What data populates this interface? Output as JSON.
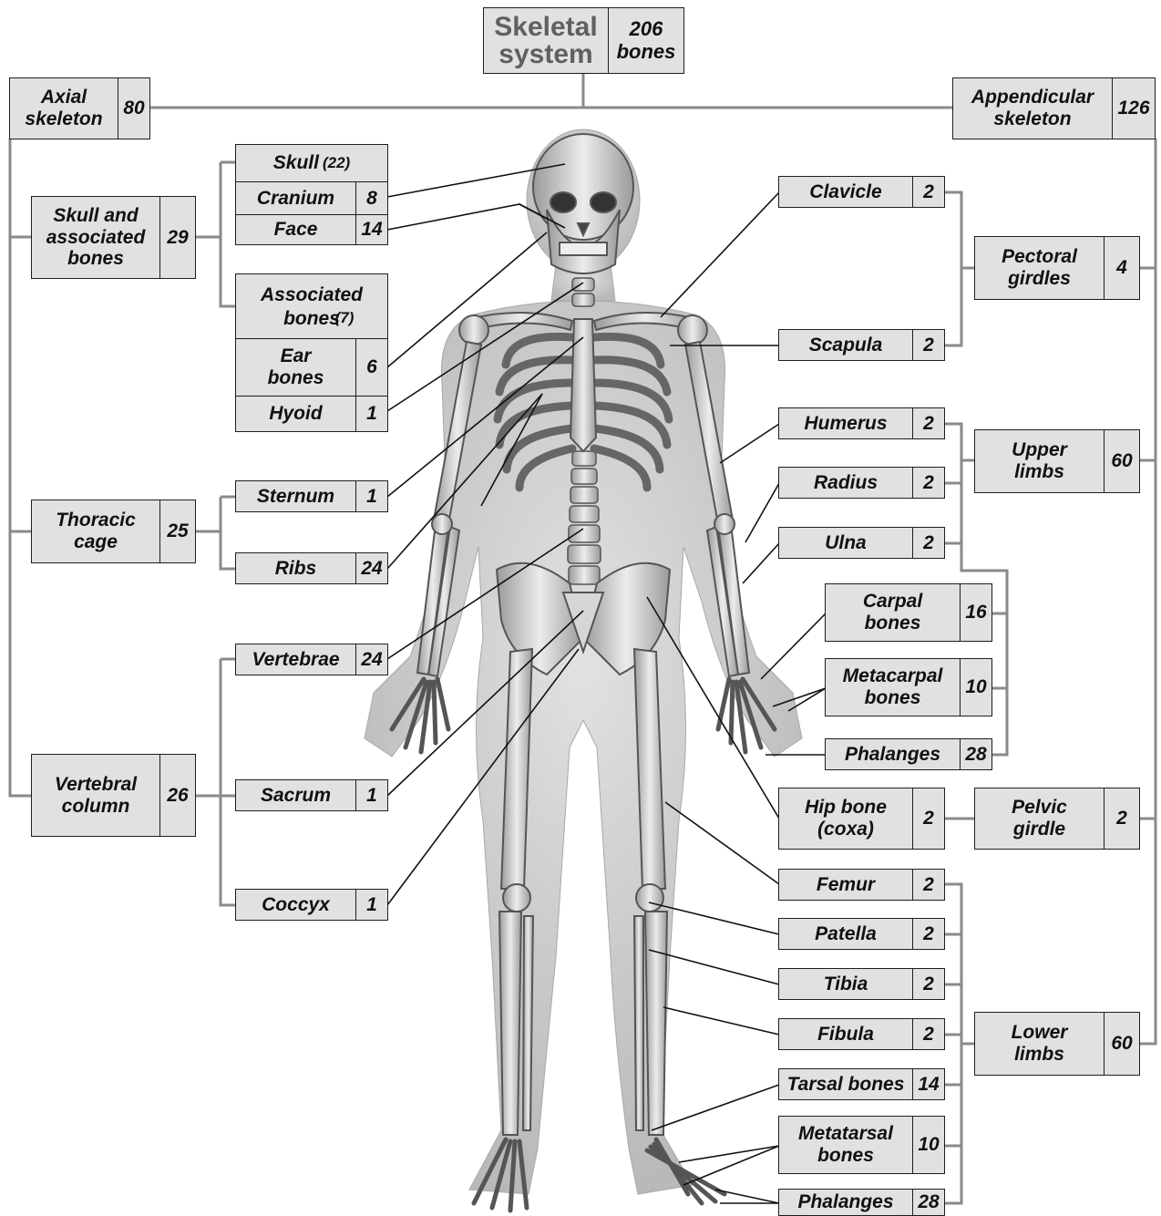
{
  "root": {
    "label": "Skeletal\nsystem",
    "count": "206\nbones"
  },
  "axial": {
    "label": "Axial\nskeleton",
    "count": "80",
    "skull_assoc": {
      "label": "Skull and\nassociated\nbones",
      "count": "29"
    },
    "skull": {
      "label": "Skull",
      "count": "(22)",
      "cranium": {
        "label": "Cranium",
        "count": "8"
      },
      "face": {
        "label": "Face",
        "count": "14"
      }
    },
    "associated": {
      "label": "Associated\nbones",
      "count": "(7)",
      "ear": {
        "label": "Ear\nbones",
        "count": "6"
      },
      "hyoid": {
        "label": "Hyoid",
        "count": "1"
      }
    },
    "thoracic": {
      "label": "Thoracic\ncage",
      "count": "25"
    },
    "sternum": {
      "label": "Sternum",
      "count": "1"
    },
    "ribs": {
      "label": "Ribs",
      "count": "24"
    },
    "vertebral": {
      "label": "Vertebral\ncolumn",
      "count": "26"
    },
    "vertebrae": {
      "label": "Vertebrae",
      "count": "24"
    },
    "sacrum": {
      "label": "Sacrum",
      "count": "1"
    },
    "coccyx": {
      "label": "Coccyx",
      "count": "1"
    }
  },
  "appendicular": {
    "label": "Appendicular\nskeleton",
    "count": "126",
    "clavicle": {
      "label": "Clavicle",
      "count": "2"
    },
    "scapula": {
      "label": "Scapula",
      "count": "2"
    },
    "pectoral": {
      "label": "Pectoral\ngirdles",
      "count": "4"
    },
    "humerus": {
      "label": "Humerus",
      "count": "2"
    },
    "radius": {
      "label": "Radius",
      "count": "2"
    },
    "ulna": {
      "label": "Ulna",
      "count": "2"
    },
    "upper": {
      "label": "Upper\nlimbs",
      "count": "60"
    },
    "carpal": {
      "label": "Carpal\nbones",
      "count": "16"
    },
    "metacarpal": {
      "label": "Metacarpal\nbones",
      "count": "10"
    },
    "phalanges_hand": {
      "label": "Phalanges",
      "count": "28"
    },
    "hip": {
      "label": "Hip bone\n(coxa)",
      "count": "2"
    },
    "pelvic": {
      "label": "Pelvic\ngirdle",
      "count": "2"
    },
    "femur": {
      "label": "Femur",
      "count": "2"
    },
    "patella": {
      "label": "Patella",
      "count": "2"
    },
    "tibia": {
      "label": "Tibia",
      "count": "2"
    },
    "fibula": {
      "label": "Fibula",
      "count": "2"
    },
    "lower": {
      "label": "Lower\nlimbs",
      "count": "60"
    },
    "tarsal": {
      "label": "Tarsal bones",
      "count": "14"
    },
    "metatarsal": {
      "label": "Metatarsal\nbones",
      "count": "10"
    },
    "phalanges_foot": {
      "label": "Phalanges",
      "count": "28"
    }
  },
  "colors": {
    "box_fill": "#e1e1e1",
    "box_border": "#1e1e1e",
    "connector": "#8a8a8a",
    "title_text": "#606060",
    "bone": "#c8c8c8"
  }
}
